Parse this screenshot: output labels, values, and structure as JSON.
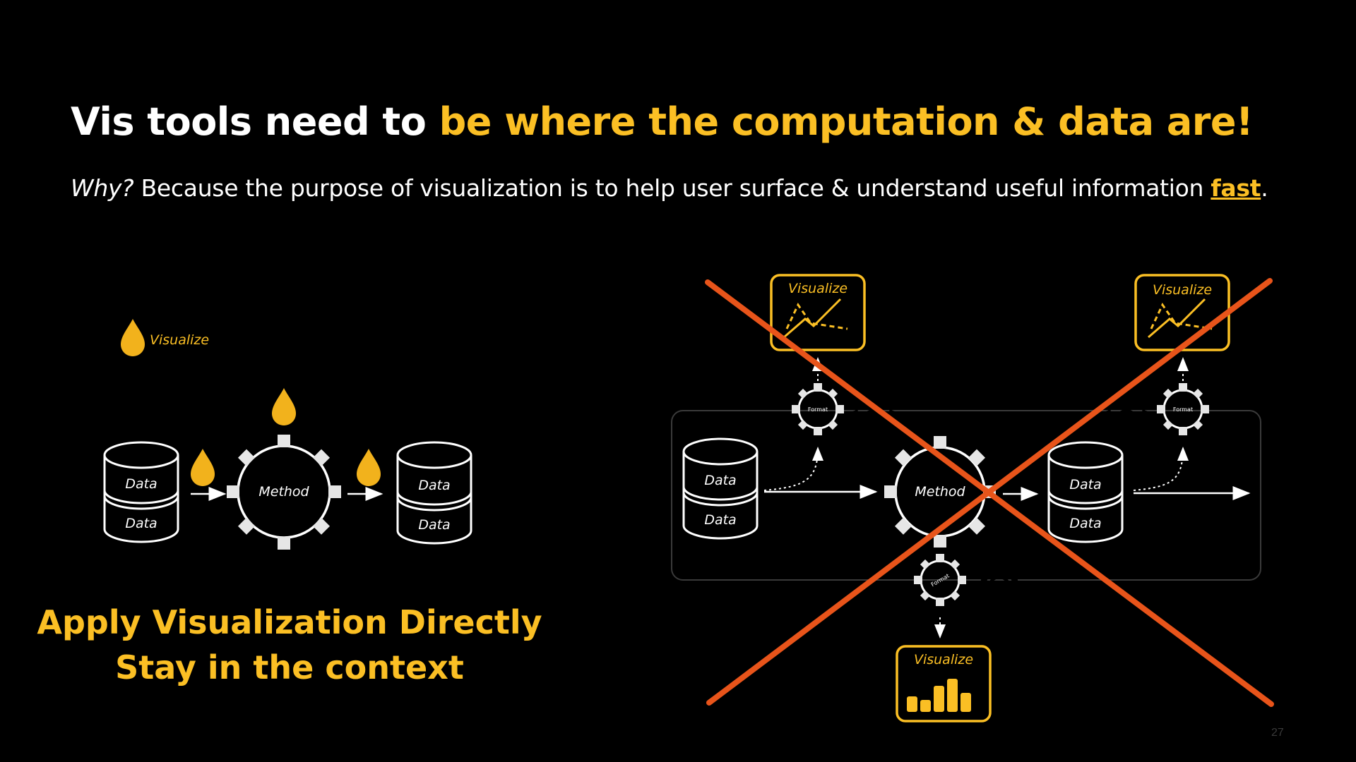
{
  "title": {
    "prefix": "Vis tools need to ",
    "highlight": "be where the computation & data are!"
  },
  "subtitle": {
    "why": "Why?",
    "text": " Because the purpose of visualization is to help user surface & understand useful information ",
    "emphasis": "fast",
    "end": "."
  },
  "takeaway": {
    "line1": "Apply Visualization Directly",
    "line2": "Stay in the context"
  },
  "left_diagram": {
    "legend_label": "Visualize",
    "data_top": "Data",
    "data_bottom": "Data",
    "method": "Method",
    "data_out_top": "Data",
    "data_out_bottom": "Data"
  },
  "right_diagram": {
    "visualize_left": "Visualize",
    "visualize_right": "Visualize",
    "visualize_bottom": "Visualize",
    "format_left": "Format",
    "format_right": "Format",
    "format_bottom": "Format",
    "data_top": "Data",
    "data_bottom": "Data",
    "method": "Method",
    "data_out_top": "Data",
    "data_out_bottom": "Data",
    "crying_emoji": "😭"
  },
  "colors": {
    "accent": "#fbbf24",
    "cross": "#e8541a",
    "text": "#ffffff",
    "background": "#000000"
  },
  "page_number": "27"
}
